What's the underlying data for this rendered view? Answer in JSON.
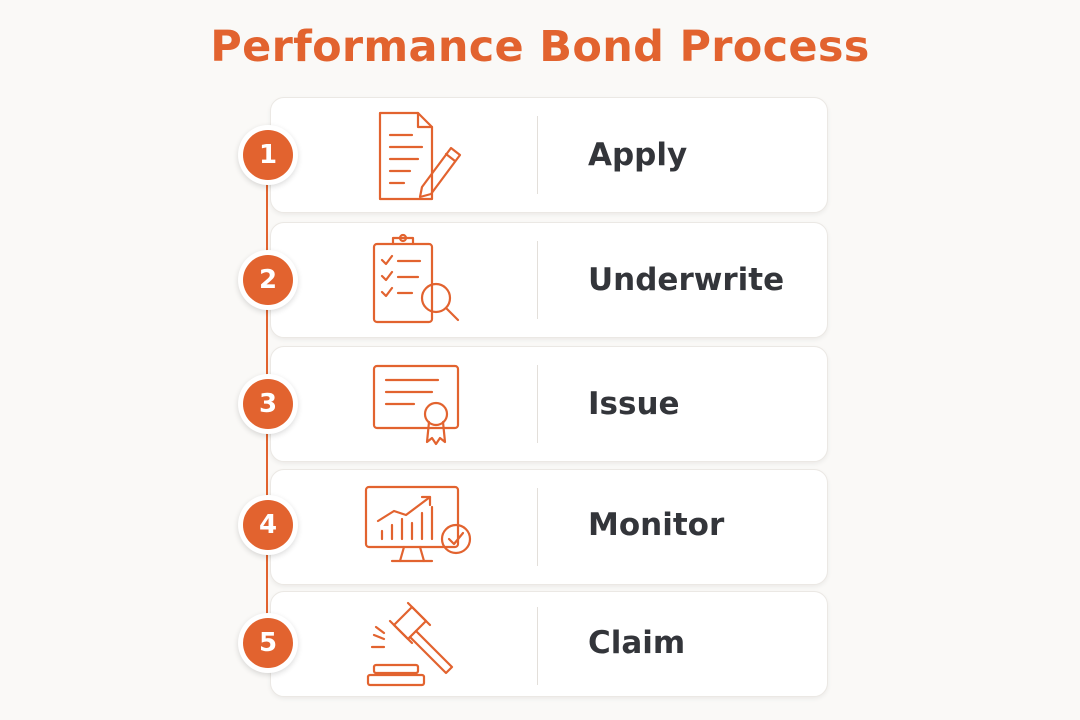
{
  "title": "Performance Bond Process",
  "colors": {
    "accent": "#e2632f",
    "text": "#33353a",
    "background": "#faf9f7",
    "card": "#ffffff"
  },
  "steps": [
    {
      "number": "1",
      "label": "Apply",
      "icon": "document-pencil-icon"
    },
    {
      "number": "2",
      "label": "Underwrite",
      "icon": "clipboard-magnifier-icon"
    },
    {
      "number": "3",
      "label": "Issue",
      "icon": "certificate-ribbon-icon"
    },
    {
      "number": "4",
      "label": "Monitor",
      "icon": "monitor-chart-check-icon"
    },
    {
      "number": "5",
      "label": "Claim",
      "icon": "gavel-icon"
    }
  ]
}
